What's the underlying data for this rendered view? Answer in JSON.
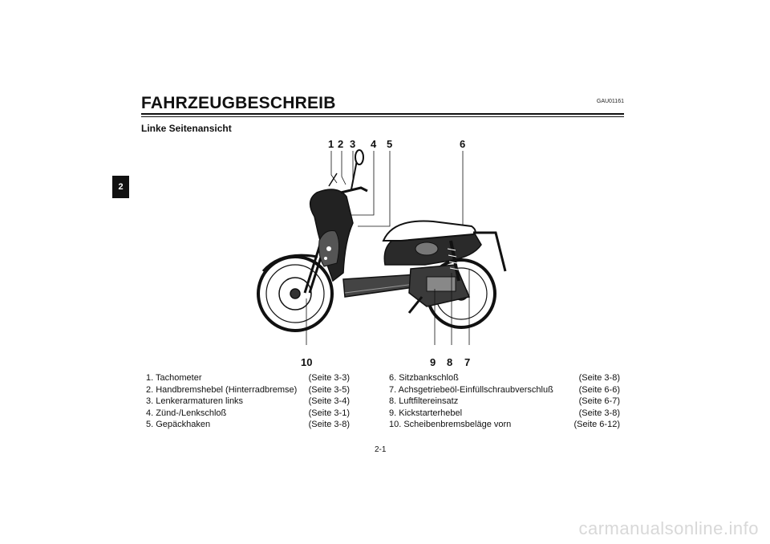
{
  "chapter_tab": "2",
  "doc_code": "GAU01161",
  "title": "FAHRZEUGBESCHREIB",
  "subtitle": "Linke Seitenansicht",
  "callouts": {
    "c1": "1",
    "c2": "2",
    "c3": "3",
    "c4": "4",
    "c5": "5",
    "c6": "6",
    "c7": "7",
    "c8": "8",
    "c9": "9",
    "c10": "10"
  },
  "legend_left": [
    {
      "label": "1. Tachometer",
      "ref": "(Seite 3-3)"
    },
    {
      "label": "2. Handbremshebel (Hinterradbremse)",
      "ref": "(Seite 3-5)"
    },
    {
      "label": "3. Lenkerarmaturen links",
      "ref": "(Seite 3-4)"
    },
    {
      "label": "4. Zünd-/Lenkschloß",
      "ref": "(Seite 3-1)"
    },
    {
      "label": "5. Gepäckhaken",
      "ref": "(Seite 3-8)"
    }
  ],
  "legend_right": [
    {
      "label": "6. Sitzbankschloß",
      "ref": "(Seite 3-8)"
    },
    {
      "label": "7. Achsgetriebeöl-Einfüllschraubverschluß",
      "ref": "(Seite 6-6)"
    },
    {
      "label": "8. Luftfiltereinsatz",
      "ref": "(Seite 6-7)"
    },
    {
      "label": "9. Kickstarterhebel",
      "ref": "(Seite 3-8)"
    },
    {
      "label": "10. Scheibenbremsbeläge vorn",
      "ref": "(Seite 6-12)"
    }
  ],
  "page_number": "2-1",
  "watermark": "carmanualsonline.info"
}
